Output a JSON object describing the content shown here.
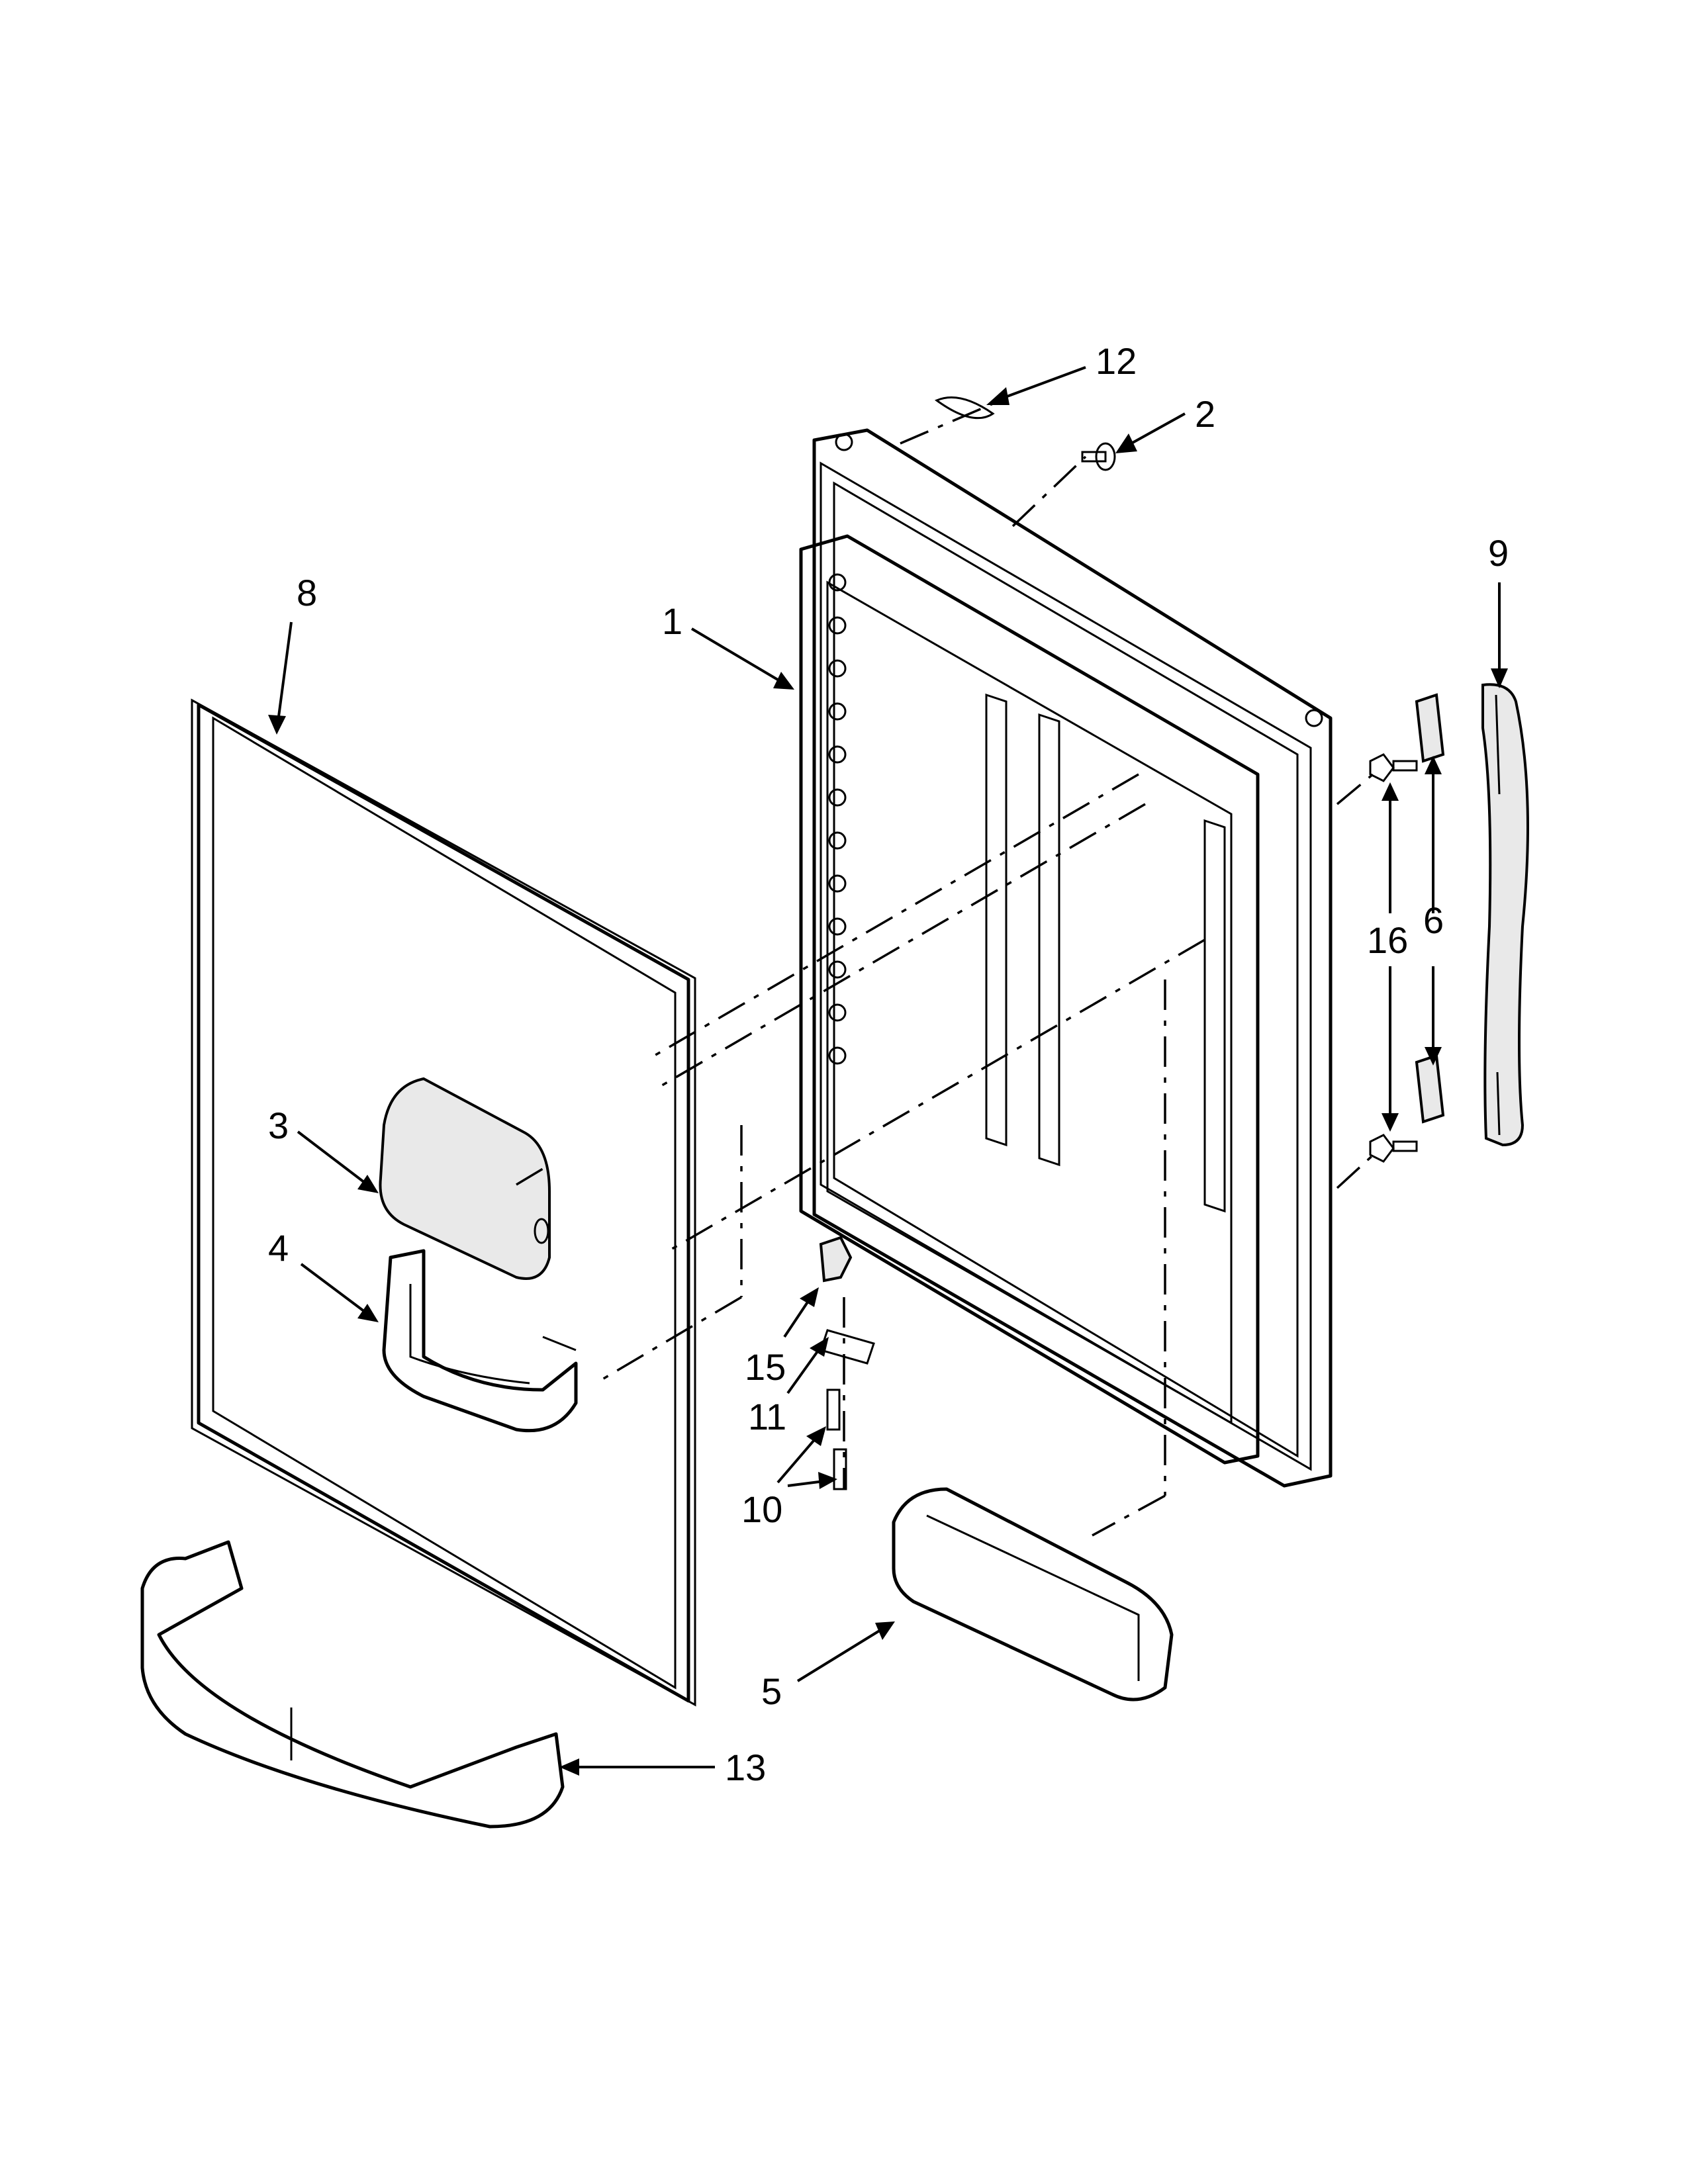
{
  "callouts": {
    "c1": "1",
    "c2": "2",
    "c3": "3",
    "c4": "4",
    "c5": "5",
    "c6": "6",
    "c8": "8",
    "c9": "9",
    "c10": "10",
    "c11": "11",
    "c12": "12",
    "c13": "13",
    "c15": "15",
    "c16": "16"
  }
}
